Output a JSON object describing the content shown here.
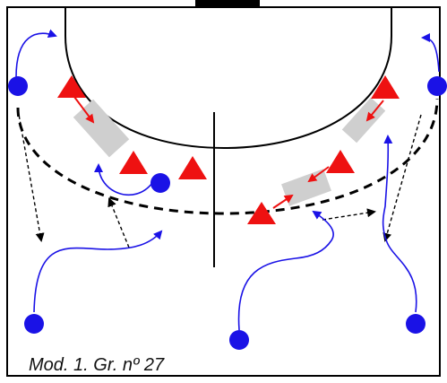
{
  "caption": "Mod. 1. Gr. nº 27",
  "colors": {
    "attacker": "#1a12e6",
    "defender": "#ee1111",
    "screen": "#cfcfcf",
    "lines": "#000000",
    "movement": "#1a12e6"
  },
  "legend_semantics": {
    "blue_circle": "attacker",
    "red_triangle": "defender",
    "gray_rectangle": "shaded-zone",
    "red_arrow": "defender-movement",
    "blue_curve": "attacker-movement",
    "dashed_black_arrow": "ball-pass",
    "bold_dashed_arc": "free-throw-line"
  }
}
